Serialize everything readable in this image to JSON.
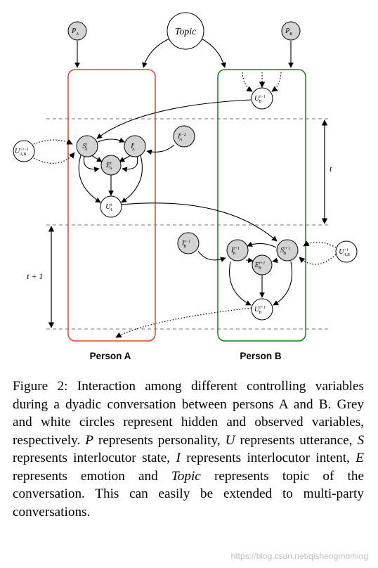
{
  "diagram": {
    "nodes": {
      "pa": {
        "base": "P",
        "sub": "A",
        "sup": "",
        "hidden": true
      },
      "topic": {
        "base": "Topic",
        "sub": "",
        "sup": "",
        "hidden": false
      },
      "pb": {
        "base": "P",
        "sub": "B",
        "sup": "",
        "hidden": true
      },
      "ub_prev": {
        "base": "U",
        "sub": "B",
        "sup": "t−1",
        "hidden": false
      },
      "uab_prev": {
        "base": "U",
        "sub": "A,B",
        "sup": "<t−1",
        "hidden": false
      },
      "sa": {
        "base": "S",
        "sub": "A",
        "sup": "t",
        "hidden": true
      },
      "ia": {
        "base": "I",
        "sub": "A",
        "sup": "t",
        "hidden": true
      },
      "ia_prev": {
        "base": "I",
        "sub": "A",
        "sup": "t−2",
        "hidden": true
      },
      "ea": {
        "base": "E",
        "sub": "A",
        "sup": "t",
        "hidden": true
      },
      "ua": {
        "base": "U",
        "sub": "A",
        "sup": "t",
        "hidden": false
      },
      "ib_prev": {
        "base": "I",
        "sub": "B",
        "sup": "t−1",
        "hidden": true
      },
      "ib": {
        "base": "I",
        "sub": "B",
        "sup": "t+1",
        "hidden": true
      },
      "sb": {
        "base": "S",
        "sub": "B",
        "sup": "t+1",
        "hidden": true
      },
      "uab": {
        "base": "U",
        "sub": "A,B",
        "sup": "<t",
        "hidden": false
      },
      "eb": {
        "base": "E",
        "sub": "B",
        "sup": "t+1",
        "hidden": true
      },
      "ub": {
        "base": "U",
        "sub": "B",
        "sup": "t+1",
        "hidden": false
      }
    },
    "person_a_label": "Person A",
    "person_b_label": "Person B",
    "time_t_label": "t",
    "time_t1_label": "t + 1",
    "colors": {
      "person_a_box": "#e8412c",
      "person_b_box": "#1a7a1a",
      "hidden_fill": "#d3d3d3",
      "observed_fill": "#ffffff"
    }
  },
  "caption": {
    "p1": "Figure 2: Interaction among different controlling variables during a dyadic conversation between persons A and B. Grey and white circles represent hidden and observed variables, respectively.",
    "p_sym": "P",
    "p2": "represents personality,",
    "u_sym": "U",
    "u2": "represents utterance,",
    "s_sym": "S",
    "s2": "represents interlocutor state,",
    "i_sym": "I",
    "i2": "represents interlocutor intent,",
    "e_sym": "E",
    "e2": "represents emotion and",
    "topic_word": "Topic",
    "t2": "represents topic of the conversation. This can easily be extended to multi-party conversations."
  },
  "watermark": "https://blog.csdn.net/qishengmoming"
}
